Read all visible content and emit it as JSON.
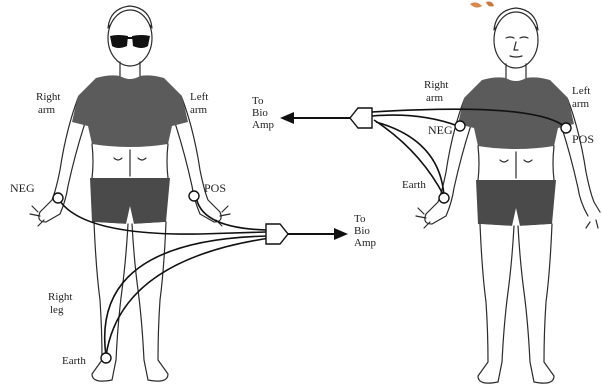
{
  "figure_left": {
    "right_arm_label": [
      "Right",
      "arm"
    ],
    "left_arm_label": [
      "Left",
      "arm"
    ],
    "neg_label": "NEG",
    "pos_label": "POS",
    "right_leg_label": [
      "Right",
      "leg"
    ],
    "earth_label": "Earth",
    "amp_label": [
      "To",
      "Bio",
      "Amp"
    ]
  },
  "figure_right": {
    "right_arm_label": [
      "Right",
      "arm"
    ],
    "left_arm_label": [
      "Left",
      "arm"
    ],
    "neg_label": "NEG",
    "pos_label": "POS",
    "earth_label": "Earth",
    "amp_label": [
      "To",
      "Bio",
      "Amp"
    ]
  },
  "colors": {
    "clothing": "#5b5b5b",
    "line": "#2b2b2b"
  }
}
